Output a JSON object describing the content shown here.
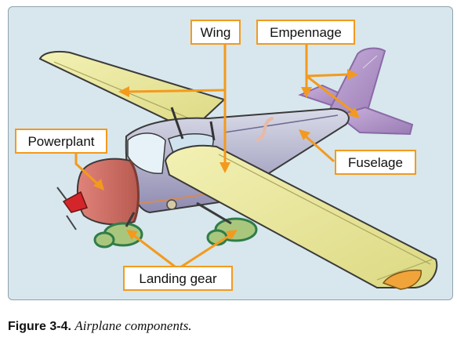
{
  "callouts": {
    "wing": "Wing",
    "empennage": "Empennage",
    "powerplant": "Powerplant",
    "fuselage": "Fuselage",
    "landing_gear": "Landing gear"
  },
  "caption": {
    "number": "Figure 3-4.",
    "text": "Airplane components."
  },
  "colors": {
    "panel_background": "#d7e7ed",
    "callout_border": "#f39a1e",
    "wing": "#ecea9c",
    "empennage": "#b79acb",
    "fuselage": "#a8a4c4",
    "powerplant": "#c9675c",
    "landing_gear": "#9fbf73",
    "gear_outline": "#2f7d4a"
  }
}
